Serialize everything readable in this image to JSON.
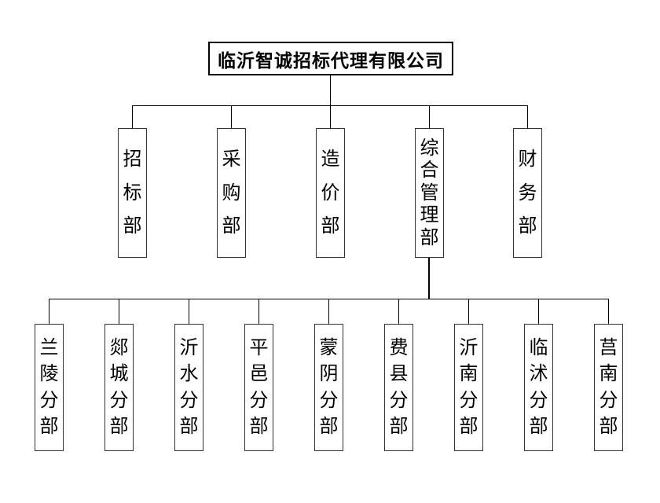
{
  "org_chart": {
    "root": {
      "label": "临沂智诚招标代理有限公司"
    },
    "departments": [
      {
        "label": "招标部"
      },
      {
        "label": "采购部"
      },
      {
        "label": "造价部"
      },
      {
        "label": "综合管理部"
      },
      {
        "label": "财务部"
      }
    ],
    "branches": [
      {
        "label": "兰陵分部"
      },
      {
        "label": "郯城分部"
      },
      {
        "label": "沂水分部"
      },
      {
        "label": "平邑分部"
      },
      {
        "label": "蒙阴分部"
      },
      {
        "label": "费县分部"
      },
      {
        "label": "沂南分部"
      },
      {
        "label": "临沭分部"
      },
      {
        "label": "莒南分部"
      }
    ],
    "colors": {
      "background": "#ffffff",
      "line": "#000000",
      "box_border": "#333333",
      "text": "#000000"
    }
  }
}
